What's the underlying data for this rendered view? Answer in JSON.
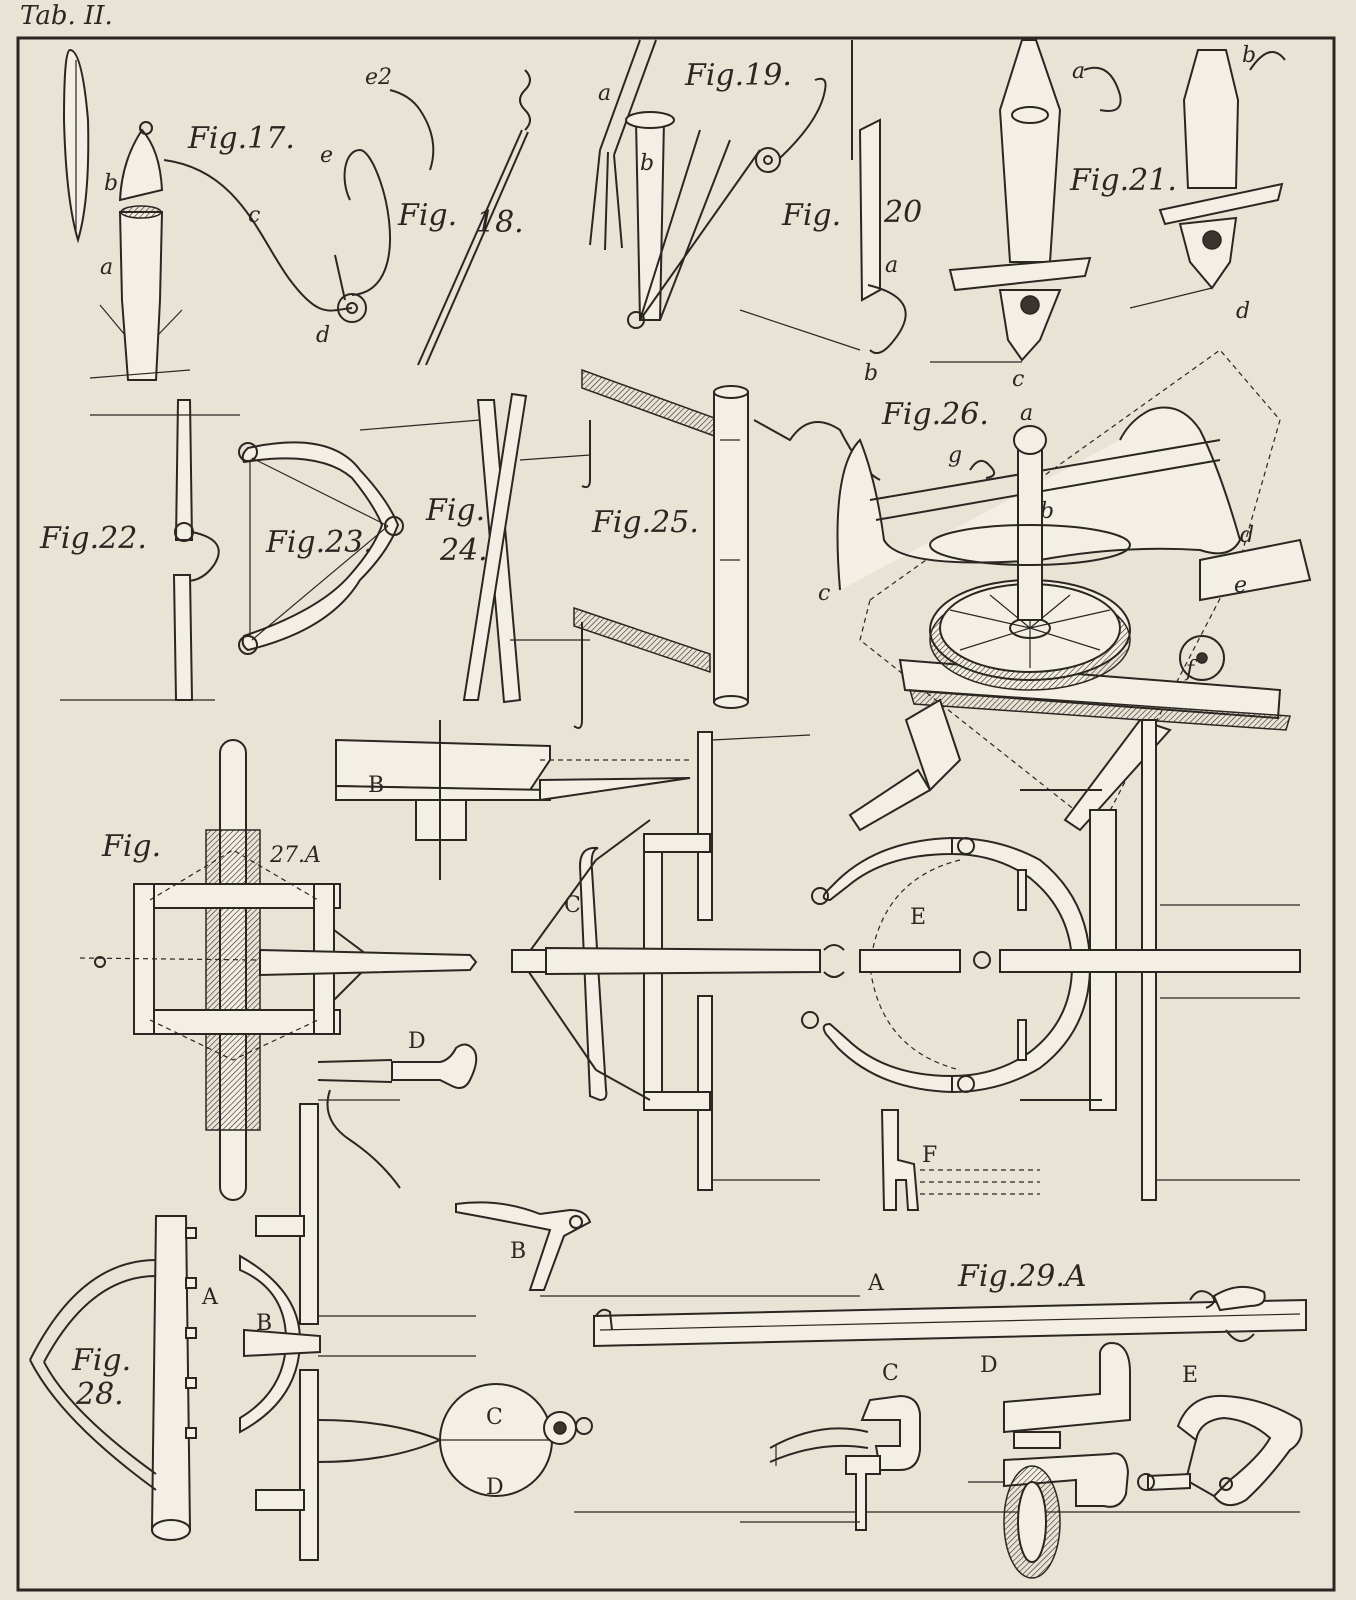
{
  "plate": {
    "title": "Tab. II.",
    "figures": {
      "fig17": "Fig.17.",
      "fig18_a": "Fig.",
      "fig18_b": "18.",
      "fig19": "Fig.19.",
      "fig20_a": "Fig.",
      "fig20_b": "20",
      "fig21": "Fig.21.",
      "fig22": "Fig.22.",
      "fig23": "Fig.23.",
      "fig24_a": "Fig.",
      "fig24_b": "24.",
      "fig25": "Fig.25.",
      "fig26": "Fig.26.",
      "fig27_a": "Fig.",
      "fig27_b": "27.A",
      "fig28_a": "Fig.",
      "fig28_b": "28.",
      "fig29": "Fig.29.A"
    },
    "letters": {
      "f17_b": "b",
      "f17_a": "a",
      "f17_c": "c",
      "f17_d": "d",
      "f17_e": "e",
      "f17_e2": "e2",
      "f19_a": "a",
      "f19_b": "b",
      "f20_a": "a",
      "f20_b": "b",
      "f21_a": "a",
      "f21_b": "b",
      "f21_c": "c",
      "f21_d": "d",
      "f26_a": "a",
      "f26_g": "g",
      "f26_b": "b",
      "f26_c": "c",
      "f26_d": "d",
      "f26_e": "e",
      "f26_f": "f",
      "f27_B": "B",
      "f27_C": "C",
      "f27_D": "D",
      "f27_E": "E",
      "f27_F": "F",
      "f28_A": "A",
      "f28_B": "B",
      "f28_C": "C",
      "f28_D": "D",
      "f29_A": "A",
      "f29_B": "B",
      "f29_C": "C",
      "f29_D": "D",
      "f29_E": "E"
    },
    "colors": {
      "paper": "#e9e3d6",
      "ink": "#2a2622"
    }
  }
}
